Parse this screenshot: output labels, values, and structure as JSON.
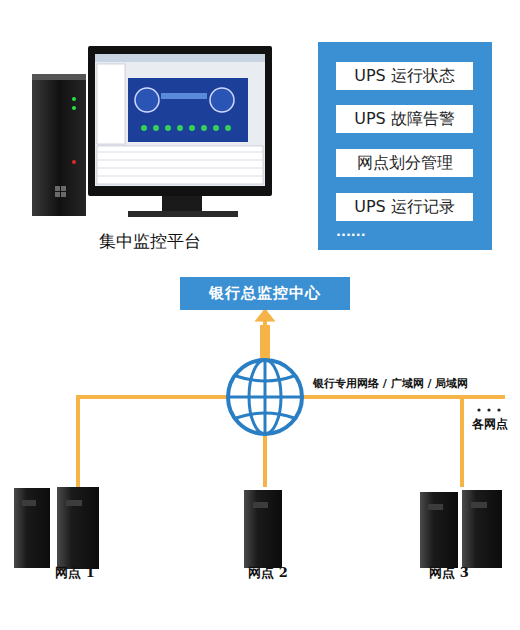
{
  "diagram": {
    "nodes": [
      {
        "text": [
          "UPS 运行状态"
        ]
      },
      {
        "text": [
          "UPS 故障告警"
        ]
      },
      {
        "text": [
          "网点划分管理"
        ]
      },
      {
        "text": [
          "UPS 运行记录"
        ]
      },
      {
        "text": [
          "银行总监控中心"
        ]
      },
      {
        "text": [
          "网点 1"
        ]
      },
      {
        "text": [
          "网点 2"
        ]
      },
      {
        "text": [
          "网点 3"
        ]
      }
    ],
    "edges": [
      {
        "from": 5,
        "to": 4,
        "arrow": "to"
      },
      {
        "from": 6,
        "to": 4,
        "arrow": "to"
      },
      {
        "from": 7,
        "to": 4,
        "arrow": "to"
      }
    ],
    "labels": [
      "集中监控平台",
      "......",
      "银行专用网络 / 广域网 / 局域网",
      "各网点"
    ]
  }
}
